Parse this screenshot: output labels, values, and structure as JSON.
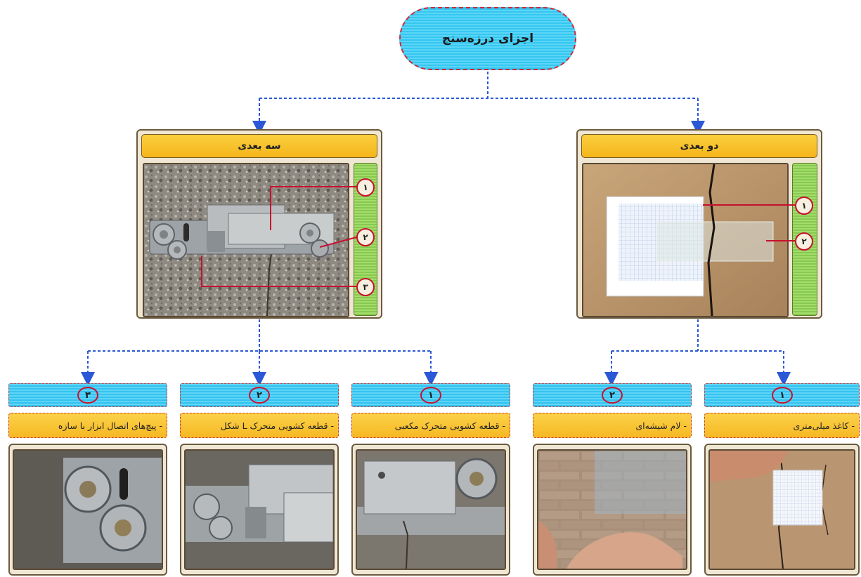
{
  "title": "اجزای درزه‌سنج",
  "branches": {
    "three_d": {
      "title": "سه بعدی",
      "markers": [
        "۱",
        "۲",
        "۳"
      ],
      "parts": [
        {
          "number": "۱",
          "label": "- قطعه کشویی متحرک مکعبی"
        },
        {
          "number": "۲",
          "label": "- قطعه کشویی متحرک L شکل"
        },
        {
          "number": "۳",
          "label": "- پیچ‌های اتصال ابزار با سازه"
        }
      ]
    },
    "two_d": {
      "title": "دو بعدی",
      "markers": [
        "۱",
        "۲"
      ],
      "parts": [
        {
          "number": "۱",
          "label": "- کاغذ میلی‌متری"
        },
        {
          "number": "۲",
          "label": "- لام شیشه‌ای"
        }
      ]
    }
  },
  "colors": {
    "connector": "#2b58d6",
    "marker": "#c8102e",
    "title_bar": "#f6b823",
    "number_bar": "#33c2ee",
    "side_strip": "#86c94f"
  }
}
